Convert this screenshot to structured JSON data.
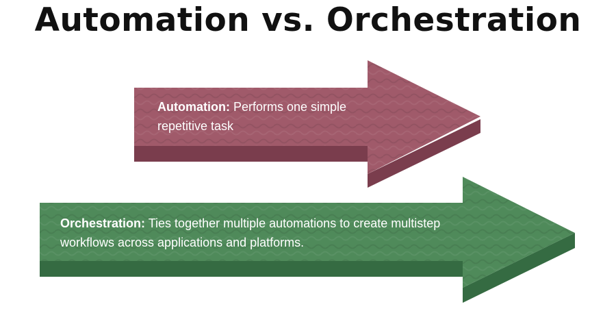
{
  "title": "Automation vs. Orchestration",
  "arrows": [
    {
      "term": "Automation:",
      "description": "Performs one simple repetitive task",
      "color": "#a05a6a"
    },
    {
      "term": "Orchestration:",
      "description": "Ties together multiple automations to create multistep workflows across applications and platforms.",
      "color": "#4f8a5a"
    }
  ]
}
